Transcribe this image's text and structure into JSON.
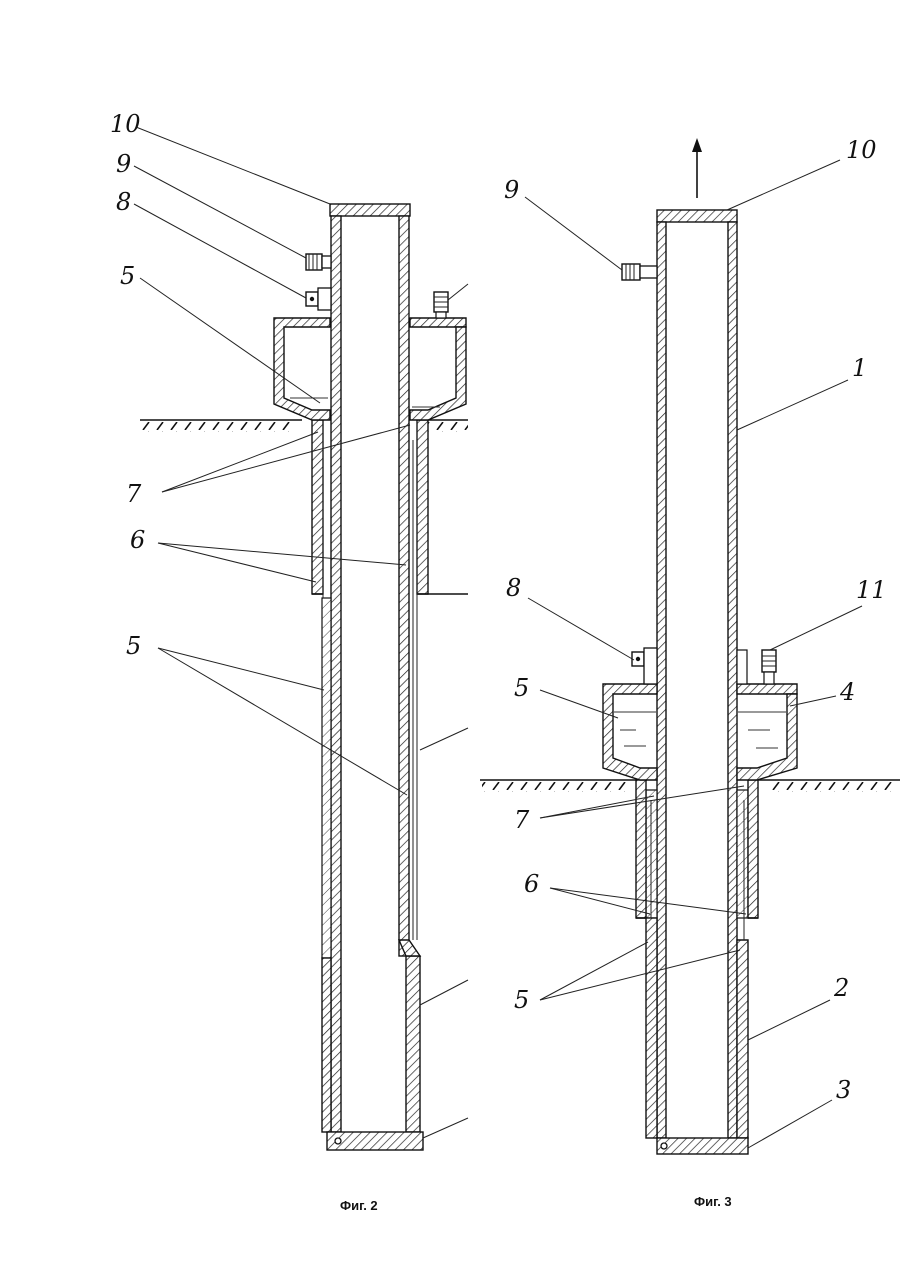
{
  "figures": [
    {
      "id": "fig2",
      "caption": "Фиг. 2",
      "labels": [
        {
          "key": "l10",
          "text": "10"
        },
        {
          "key": "l9",
          "text": "9"
        },
        {
          "key": "l8",
          "text": "8"
        },
        {
          "key": "l5a",
          "text": "5"
        },
        {
          "key": "l7",
          "text": "7"
        },
        {
          "key": "l6",
          "text": "6"
        },
        {
          "key": "l5b",
          "text": "5"
        }
      ]
    },
    {
      "id": "fig3",
      "caption": "Фиг. 3",
      "labels": [
        {
          "key": "l9",
          "text": "9"
        },
        {
          "key": "l10",
          "text": "10"
        },
        {
          "key": "l1",
          "text": "1"
        },
        {
          "key": "l8",
          "text": "8"
        },
        {
          "key": "l11",
          "text": "11"
        },
        {
          "key": "l5a",
          "text": "5"
        },
        {
          "key": "l4",
          "text": "4"
        },
        {
          "key": "l7",
          "text": "7"
        },
        {
          "key": "l6",
          "text": "6"
        },
        {
          "key": "l5b",
          "text": "5"
        },
        {
          "key": "l2",
          "text": "2"
        },
        {
          "key": "l3",
          "text": "3"
        }
      ]
    }
  ]
}
